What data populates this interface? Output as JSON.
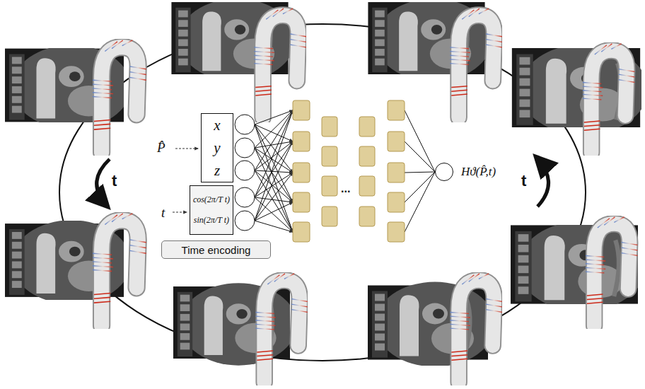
{
  "diagram": {
    "nodes": [
      {
        "text": [
          "x",
          "y",
          "z"
        ]
      },
      {
        "text": [
          "cos(2π/T t)",
          "sin(2π/T t)"
        ]
      },
      {
        "text": [
          "Time encoding"
        ]
      },
      {
        "text": [
          "Hϑ(P̂,t)"
        ]
      }
    ],
    "labels": [
      "P̂",
      "t",
      "...",
      "t",
      "t"
    ]
  }
}
